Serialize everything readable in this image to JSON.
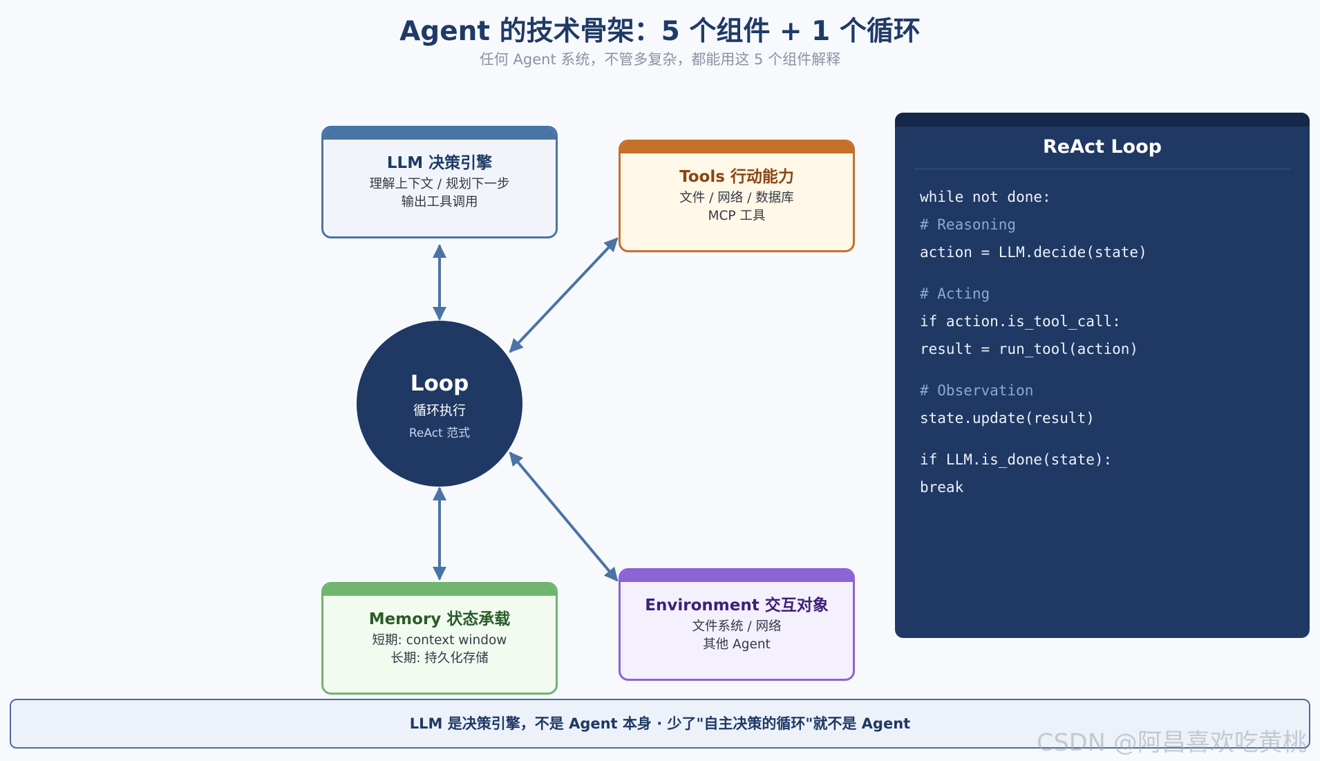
{
  "header": {
    "title": "Agent 的技术骨架：5 个组件 + 1 个循环",
    "subtitle": "任何 Agent 系统，不管多复杂，都能用这 5 个组件解释"
  },
  "components": {
    "llm": {
      "title": "LLM 决策引擎",
      "lines": [
        "理解上下文 / 规划下一步",
        "输出工具调用"
      ],
      "color": "#4a73a6"
    },
    "tools": {
      "title": "Tools 行动能力",
      "lines": [
        "文件 / 网络 / 数据库",
        "MCP 工具"
      ],
      "color": "#c4702a"
    },
    "memory": {
      "title": "Memory 状态承载",
      "lines": [
        "短期: context window",
        "长期: 持久化存储"
      ],
      "color": "#6fb46f"
    },
    "environment": {
      "title": "Environment 交互对象",
      "lines": [
        "文件系统 / 网络",
        "其他 Agent"
      ],
      "color": "#8a63d6"
    }
  },
  "loop": {
    "title": "Loop",
    "subtitle": "循环执行",
    "caption": "ReAct 范式",
    "color": "#1f3864"
  },
  "react_panel": {
    "title": "ReAct Loop",
    "code": [
      {
        "text": "while not done:",
        "kind": "code"
      },
      {
        "text": "# Reasoning",
        "kind": "comment"
      },
      {
        "text": "action = LLM.decide(state)",
        "kind": "code"
      },
      {
        "text": "",
        "kind": "gap"
      },
      {
        "text": "# Acting",
        "kind": "comment"
      },
      {
        "text": "if action.is_tool_call:",
        "kind": "code"
      },
      {
        "text": "result = run_tool(action)",
        "kind": "code"
      },
      {
        "text": "",
        "kind": "gap"
      },
      {
        "text": "# Observation",
        "kind": "comment"
      },
      {
        "text": "state.update(result)",
        "kind": "code"
      },
      {
        "text": "",
        "kind": "gap"
      },
      {
        "text": "if LLM.is_done(state):",
        "kind": "code"
      },
      {
        "text": "break",
        "kind": "code"
      }
    ]
  },
  "footer": {
    "text": "LLM 是决策引擎，不是 Agent 本身 · 少了\"自主决策的循环\"就不是 Agent"
  },
  "watermark": "CSDN @阿昌喜欢吃黄桃",
  "colors": {
    "arrow": "#4a73a6",
    "background": "#f7f9fd"
  }
}
